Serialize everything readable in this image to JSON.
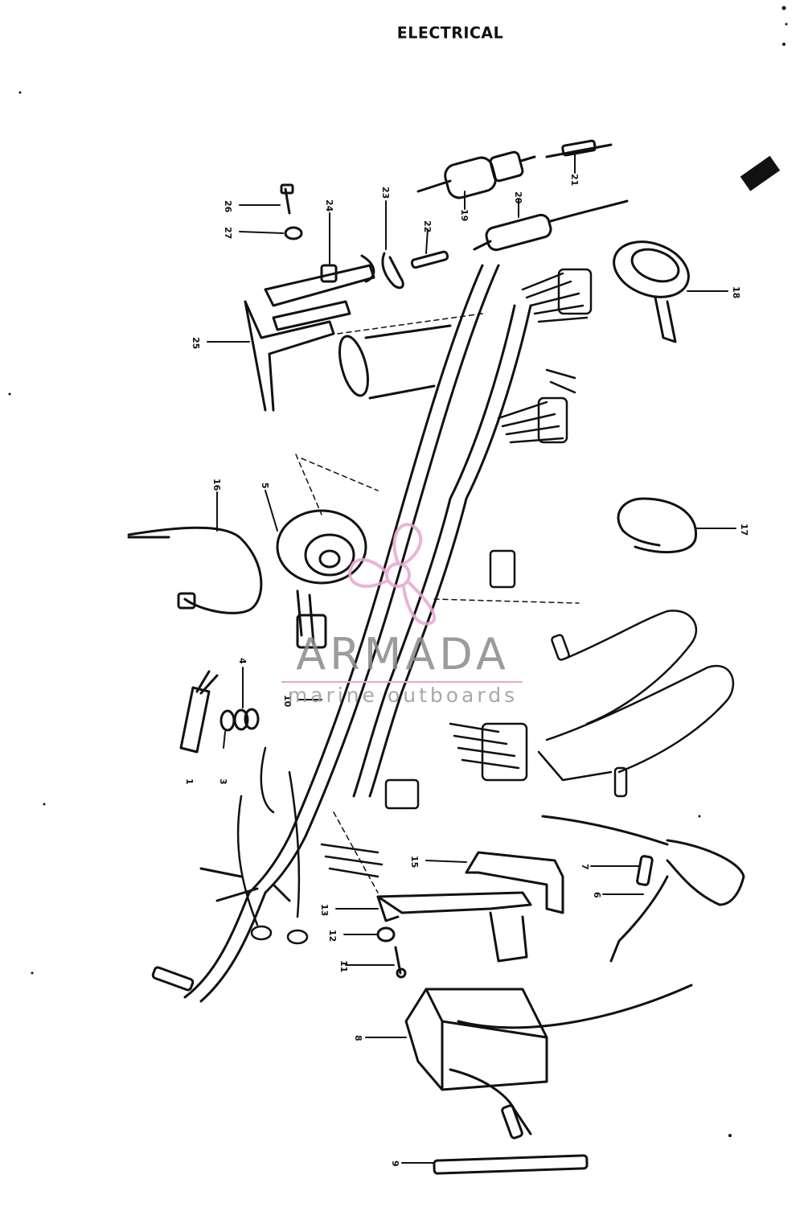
{
  "title": "ELECTRICAL",
  "watermark": {
    "name": "ARMADA",
    "tagline": "marine outboards",
    "accent_color": "#e7a6d0"
  },
  "callouts": [
    {
      "id": "ref-21",
      "label": "21"
    },
    {
      "id": "ref-19",
      "label": "19"
    },
    {
      "id": "ref-20",
      "label": "20"
    },
    {
      "id": "ref-23",
      "label": "23"
    },
    {
      "id": "ref-22",
      "label": "22"
    },
    {
      "id": "ref-24",
      "label": "24"
    },
    {
      "id": "ref-26",
      "label": "26"
    },
    {
      "id": "ref-27",
      "label": "27"
    },
    {
      "id": "ref-25",
      "label": "25"
    },
    {
      "id": "ref-18",
      "label": "18"
    },
    {
      "id": "ref-16",
      "label": "16"
    },
    {
      "id": "ref-5",
      "label": "5"
    },
    {
      "id": "ref-17",
      "label": "17"
    },
    {
      "id": "ref-4",
      "label": "4"
    },
    {
      "id": "ref-3",
      "label": "3"
    },
    {
      "id": "ref-1",
      "label": "1"
    },
    {
      "id": "ref-10",
      "label": "10"
    },
    {
      "id": "ref-15",
      "label": "15"
    },
    {
      "id": "ref-7",
      "label": "7"
    },
    {
      "id": "ref-6",
      "label": "6"
    },
    {
      "id": "ref-13",
      "label": "13"
    },
    {
      "id": "ref-12",
      "label": "12"
    },
    {
      "id": "ref-11",
      "label": "11"
    },
    {
      "id": "ref-8",
      "label": "8"
    },
    {
      "id": "ref-9",
      "label": "9"
    }
  ]
}
